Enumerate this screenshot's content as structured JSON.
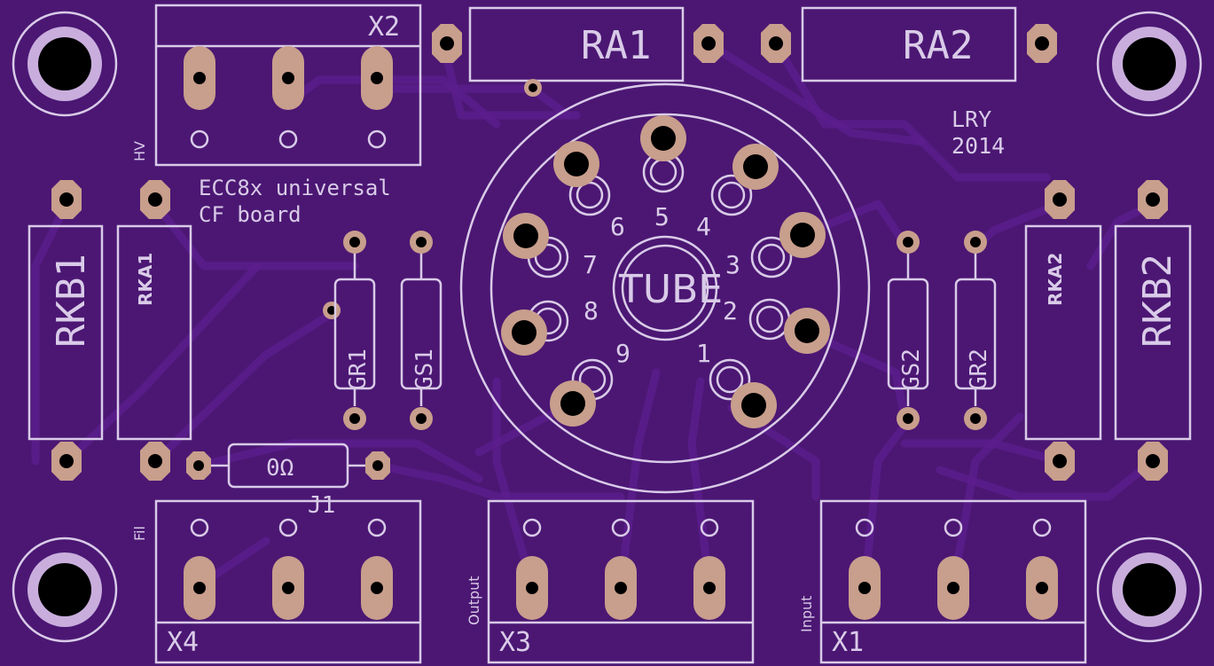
{
  "board": {
    "title_line1": "ECC8x universal",
    "title_line2": "CF board",
    "author": "LRY",
    "year": "2014"
  },
  "colors": {
    "substrate": "#4b1773",
    "trace": "#5a1d8c",
    "silkscreen": "#d9cbe8",
    "pad_copper": "#c89e8c",
    "drill": "#000000"
  },
  "components": {
    "ra1": "RA1",
    "ra2": "RA2",
    "rkb1": "RKB1",
    "rka1": "RKA1",
    "rka2": "RKA2",
    "rkb2": "RKB2",
    "gr1": "GR1",
    "gs1": "GS1",
    "gs2": "GS2",
    "gr2": "GR2",
    "jumper_value": "0Ω",
    "jumper_ref": "J1",
    "tube": "TUBE"
  },
  "connectors": {
    "x1": {
      "ref": "X1",
      "label": "Input"
    },
    "x2": {
      "ref": "X2",
      "label": "HV"
    },
    "x3": {
      "ref": "X3",
      "label": "Output"
    },
    "x4": {
      "ref": "X4",
      "label": "Fil"
    }
  },
  "tube_pins": [
    "1",
    "2",
    "3",
    "4",
    "5",
    "6",
    "7",
    "8",
    "9"
  ],
  "icons": {
    "mounting_hole": "mounting-hole-icon",
    "pad": "pad-icon"
  }
}
